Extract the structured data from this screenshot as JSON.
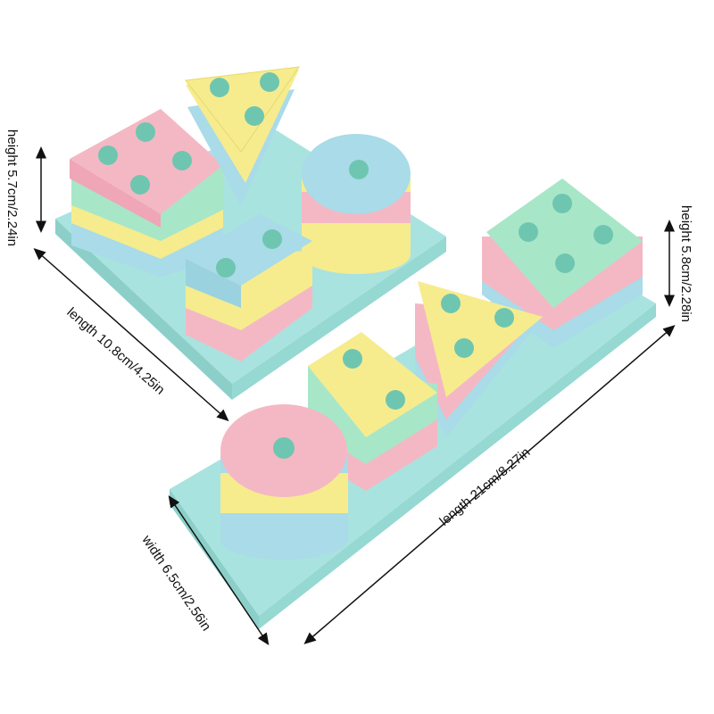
{
  "labels": {
    "left_height": "height 5.7cm/2.24in",
    "left_length": "length 10.8cm/4.25in",
    "right_height": "height 5.8cm/2.28in",
    "right_length": "length 21cm/8.27in",
    "right_width": "width 6.5cm/2.56in"
  },
  "colors": {
    "base": "#a9e3df",
    "pink": "#f4b8c4",
    "yellow": "#f6ec8e",
    "blue": "#a9dbe8",
    "green": "#a8e6c8",
    "peg": "#6fc6b0"
  }
}
